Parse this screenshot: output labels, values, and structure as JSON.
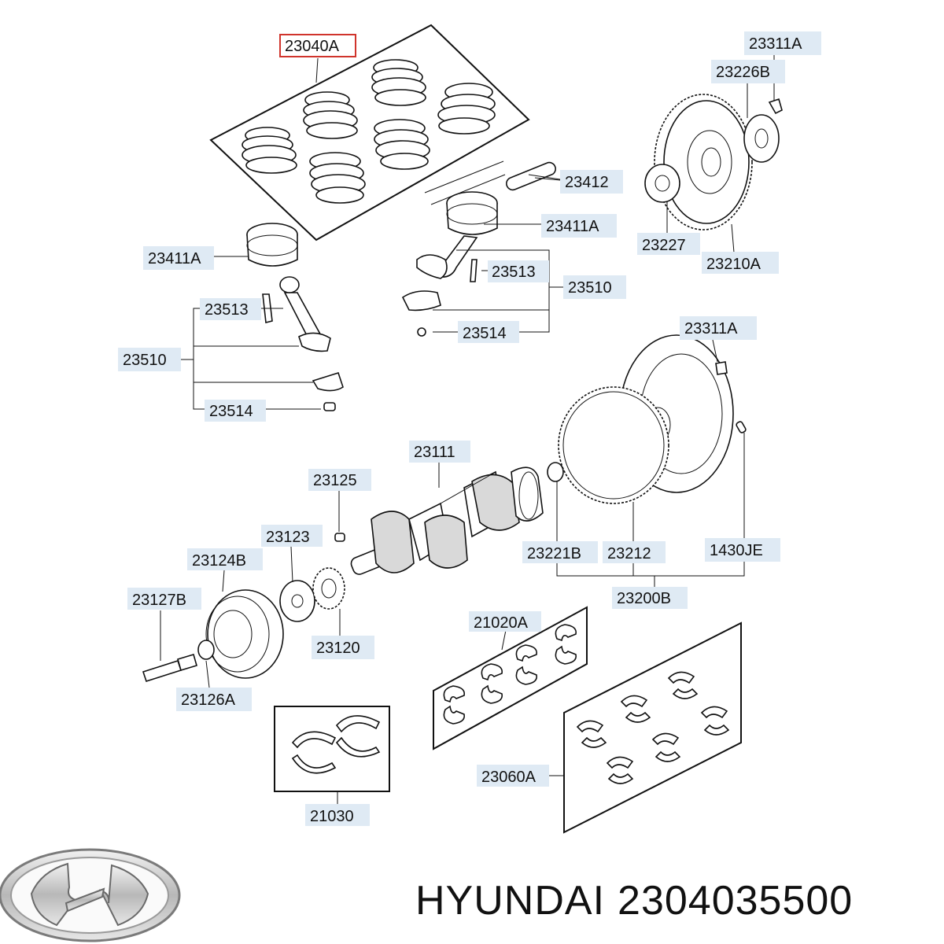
{
  "labels": {
    "l23040A": "23040A",
    "l23311A_top": "23311A",
    "l23226B": "23226B",
    "l23412": "23412",
    "l23411A_right": "23411A",
    "l23411A_left": "23411A",
    "l23227": "23227",
    "l23210A": "23210A",
    "l23513_right": "23513",
    "l23510_right": "23510",
    "l23513_left": "23513",
    "l23510_left": "23510",
    "l23514_right": "23514",
    "l23514_left": "23514",
    "l23311A_mid": "23311A",
    "l23111": "23111",
    "l23125": "23125",
    "l23123": "23123",
    "l23124B": "23124B",
    "l23221B": "23221B",
    "l23212": "23212",
    "l1430JE": "1430JE",
    "l23200B": "23200B",
    "l23127B": "23127B",
    "l23120": "23120",
    "l21020A": "21020A",
    "l23126A": "23126A",
    "l23060A": "23060A",
    "l21030": "21030"
  },
  "footer": {
    "brand": "HYUNDAI",
    "part_number": "2304035500"
  },
  "colors": {
    "highlight": "#d0342c",
    "label_bg": "#dfeaf4"
  }
}
